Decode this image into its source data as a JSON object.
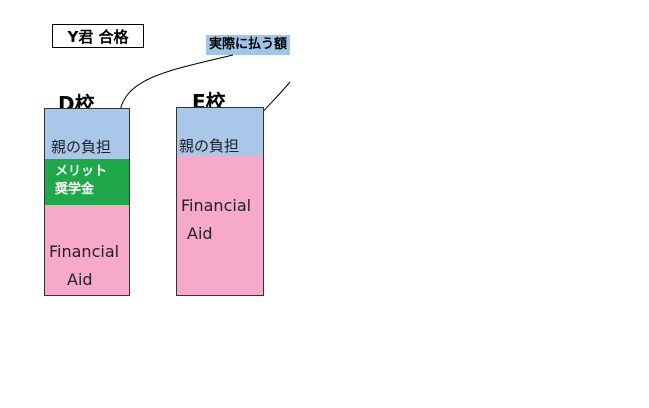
{
  "header": {
    "title": "Y君 合格"
  },
  "callout": {
    "label": "実際に払う額"
  },
  "schools": [
    {
      "name": "D校",
      "segments": [
        {
          "label": "親の負担",
          "color": "#a9c7e8"
        },
        {
          "label_line1": "メリット",
          "label_line2": "奨学金",
          "color": "#1ea84a"
        },
        {
          "label_line1": "Financial",
          "label_line2": "Aid",
          "color": "#f6a9c8"
        }
      ]
    },
    {
      "name": "E校",
      "segments": [
        {
          "label": "親の負担",
          "color": "#a9c7e8"
        },
        {
          "label_line1": "Financial",
          "label_line2": "Aid",
          "color": "#f6a9c8"
        }
      ]
    }
  ]
}
